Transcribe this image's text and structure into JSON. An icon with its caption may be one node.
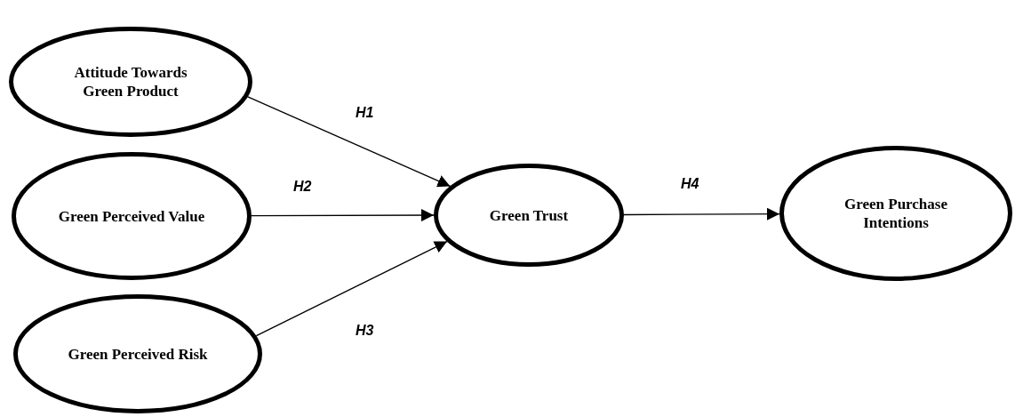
{
  "diagram": {
    "nodes": [
      {
        "text": [
          "Attitude Towards Green Product"
        ]
      },
      {
        "text": [
          "Green Perceived Value"
        ]
      },
      {
        "text": [
          "Green Perceived Risk"
        ]
      },
      {
        "text": [
          "Green Trust"
        ]
      },
      {
        "text": [
          "Green Purchase Intentions"
        ]
      }
    ],
    "edges": [
      {
        "from": 0,
        "to": 3,
        "arrow": "to",
        "label": "H1"
      },
      {
        "from": 1,
        "to": 3,
        "arrow": "to",
        "label": "H2"
      },
      {
        "from": 2,
        "to": 3,
        "arrow": "to",
        "label": "H3"
      },
      {
        "from": 3,
        "to": 4,
        "arrow": "to",
        "label": "H4"
      }
    ]
  }
}
